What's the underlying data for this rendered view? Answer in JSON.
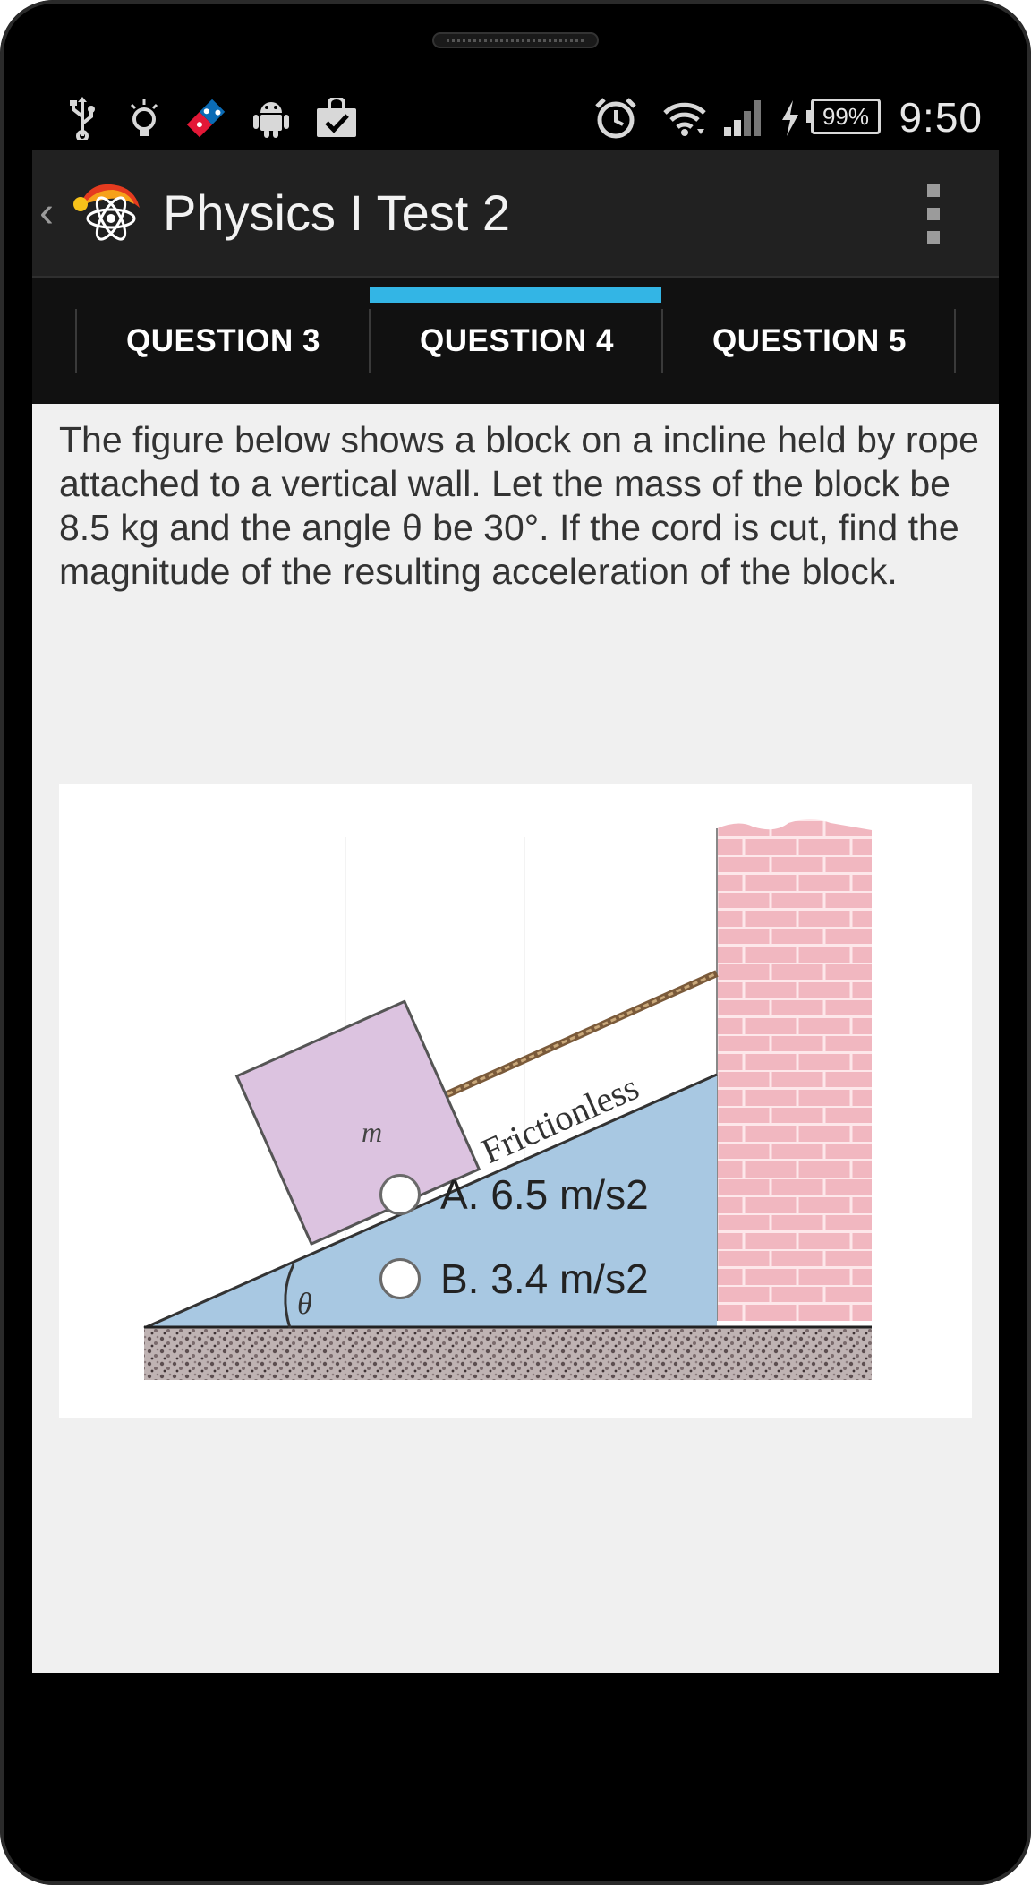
{
  "status_bar": {
    "left_icons": [
      "usb-icon",
      "lightbulb-icon",
      "dominos-icon",
      "android-icon",
      "shopping-bag-check-icon"
    ],
    "right_icons": [
      "alarm-clock-icon",
      "wifi-icon",
      "signal-icon",
      "charging-bolt-icon"
    ],
    "battery": "99%",
    "time": "9:50"
  },
  "action_bar": {
    "title": "Physics I Test 2"
  },
  "tabs": [
    {
      "label": "QUESTION 3",
      "selected": false
    },
    {
      "label": "QUESTION 4",
      "selected": true
    },
    {
      "label": "QUESTION 5",
      "selected": false
    }
  ],
  "question": {
    "text": "The figure below shows a block on a incline held by rope attached to a vertical wall. Let the mass of the block be 8.5 kg and the angle θ be 30°. If the cord is cut, find the magnitude of the resulting acceleration of the block."
  },
  "figure": {
    "block_label": "m",
    "surface_label": "Frictionless",
    "angle_label": "θ"
  },
  "answers": [
    {
      "label": "A. 6.5 m/s2",
      "selected": false
    },
    {
      "label": "B. 3.4 m/s2",
      "selected": false
    }
  ],
  "colors": {
    "tab_indicator": "#33b5e5",
    "incline": "#a8c8e2",
    "block": "#dcc3e0",
    "brick": "#f1b7c0"
  }
}
